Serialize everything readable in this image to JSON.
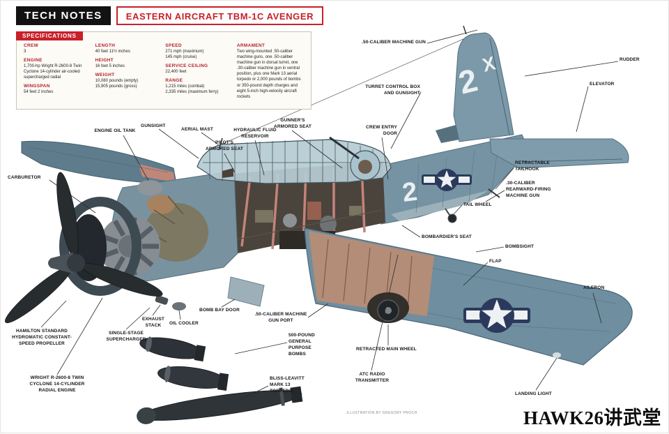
{
  "header": {
    "brand": "TECH NOTES",
    "title": "EASTERN AIRCRAFT TBM-1C AVENGER"
  },
  "specs": {
    "heading": "SPECIFICATIONS",
    "col1": [
      {
        "label": "CREW",
        "value": "3"
      },
      {
        "label": "ENGINE",
        "value": "1,700-hp Wright R-2600-8 Twin Cyclone 14-cylinder air-cooled supercharged radial"
      },
      {
        "label": "WINGSPAN",
        "value": "54 feet 2 inches"
      }
    ],
    "col2": [
      {
        "label": "LENGTH",
        "value": "40 feet 11½ inches"
      },
      {
        "label": "HEIGHT",
        "value": "16 feet 5 inches"
      },
      {
        "label": "WEIGHT",
        "value": "10,080 pounds (empty)\n15,905 pounds (gross)"
      }
    ],
    "col3": [
      {
        "label": "SPEED",
        "value": "271 mph (maximum)\n145 mph (cruise)"
      },
      {
        "label": "SERVICE CEILING",
        "value": "22,400 feet"
      },
      {
        "label": "RANGE",
        "value": "1,215 miles (combat)\n2,335 miles (maximum ferry)"
      }
    ],
    "col4": [
      {
        "label": "ARMAMENT",
        "value": "Two wing-mounted .50-caliber machine guns, one .50-caliber machine gun in dorsal turret, one .30-caliber machine gun in ventral position, plus one Mark 13 aerial torpedo or 2,000 pounds of bombs or 350-pound depth charges and eight 5-inch high-velocity aircraft rockets"
      }
    ]
  },
  "callouts": [
    ".50-CALIBER MACHINE GUN",
    "RUDDER",
    "ELEVATOR",
    "TURRET CONTROL BOX\nAND GUNSIGHT",
    "CREW ENTRY\nDOOR",
    "RETRACTABLE\nTAILHOOK",
    ".30-CALIBER\nREARWARD-FIRING\nMACHINE GUN",
    "TAIL WHEEL",
    "BOMBARDIER'S SEAT",
    "BOMBSIGHT",
    "FLAP",
    "AILERON",
    "ENGINE OIL TANK",
    "GUNSIGHT",
    "AERIAL MAST",
    "PILOT'S\nARMORED SEAT",
    "HYDRAULIC FLUID\nRESERVOIR",
    "GUNNER'S\nARMORED SEAT",
    "CARBURETOR",
    "HAMILTON STANDARD\nHYDROMATIC CONSTANT-\nSPEED PROPELLER",
    "WRIGHT R-2600-8 TWIN\nCYCLONE 14-CYLINDER\nRADIAL ENGINE",
    "SINGLE-STAGE\nSUPERCHARGER",
    "EXHAUST\nSTACK",
    "OIL COOLER",
    "BOMB BAY DOOR",
    ".50-CALIBER MACHINE\nGUN PORT",
    "500-POUND\nGENERAL PURPOSE\nBOMBS",
    "BLISS-LEAVITT\nMARK 13\nTORPEDO",
    "RETRACTED MAIN WHEEL",
    "ATC RADIO\nTRANSMITTER",
    "LANDING LIGHT"
  ],
  "markings": {
    "fin_number": "2",
    "fin_letter": "X",
    "fuselage_number": "2"
  },
  "credit": "ILLUSTRATION BY GREGORY PROCH",
  "watermark": "HAWK26讲武堂",
  "colors": {
    "accent_red": "#c8202a",
    "airframe_blue": "#7593a3",
    "insignia_blue": "#2b3a5c"
  }
}
